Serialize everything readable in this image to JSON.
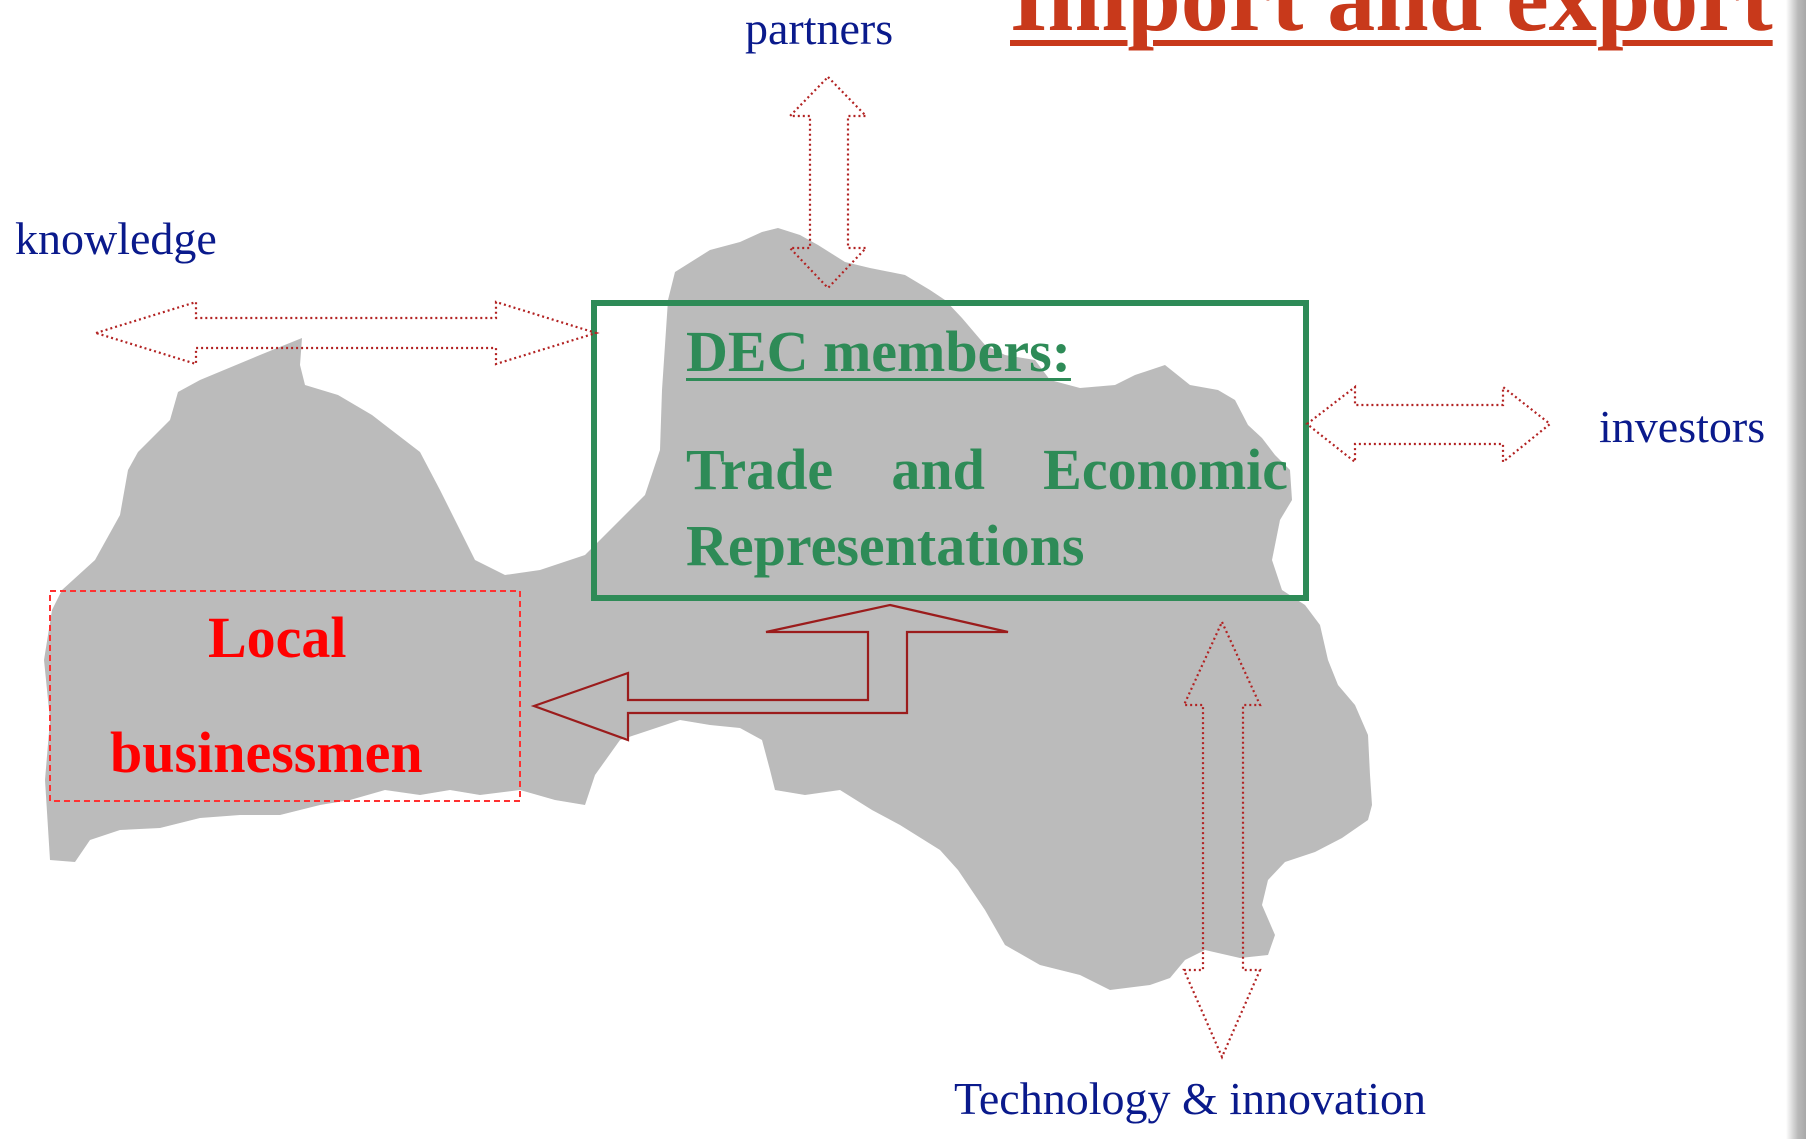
{
  "slide": {
    "title": "Import and export",
    "labels": {
      "partners": "partners",
      "knowledge": "knowledge",
      "investors": "investors",
      "technology": "Technology & innovation"
    },
    "dec_box": {
      "heading": "DEC members:",
      "body": "Trade and Economic Representations"
    },
    "local_box": {
      "line1": "Local",
      "line2": "businessmen"
    },
    "colors": {
      "map_fill": "#bbbbbb",
      "blue_text": "#0a1a8c",
      "dec_green": "#2e8b57",
      "local_red": "#ff0000",
      "arrow_red": "#a01010",
      "title_orange": "#c8391b"
    }
  }
}
